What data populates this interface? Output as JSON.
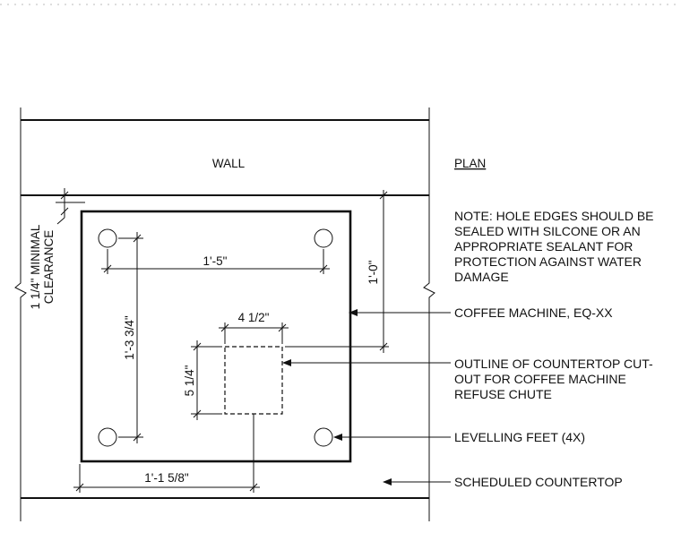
{
  "labels": {
    "wall": "WALL",
    "plan": "PLAN",
    "dim_clearance_line1": "1 1/4\" MINIMAL",
    "dim_clearance_line2": "CLEARANCE",
    "dim_feet_spacing_x": "1'-5\"",
    "dim_feet_spacing_y": "1'-3 3/4\"",
    "dim_cutout_offset_y": "1'-0\"",
    "dim_cutout_width": "4 1/2\"",
    "dim_cutout_height": "5 1/4\"",
    "dim_cutout_offset_x": "1'-1 5/8\""
  },
  "notes": {
    "note_lines": [
      "NOTE: HOLE EDGES SHOULD BE",
      "SEALED WITH SILCONE OR AN",
      "APPROPRIATE SEALANT FOR",
      "PROTECTION AGAINST WATER",
      "DAMAGE"
    ],
    "coffee_machine": "COFFEE MACHINE, EQ-XX",
    "cutout_lines": [
      "OUTLINE OF COUNTERTOP CUT-",
      "OUT FOR COFFEE MACHINE",
      "REFUSE CHUTE"
    ],
    "levelling_feet": "LEVELLING FEET (4X)",
    "countertop": "SCHEDULED COUNTERTOP"
  }
}
